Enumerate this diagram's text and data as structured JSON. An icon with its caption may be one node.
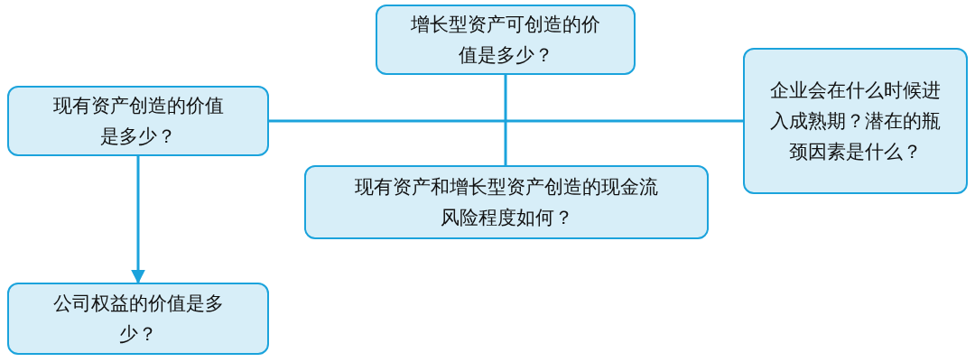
{
  "diagram": {
    "nodes": [
      {
        "text": [
          "增长型资产可创造的价值是多少？"
        ]
      },
      {
        "text": [
          "现有资产创造的价值是多少？"
        ]
      },
      {
        "text": [
          "企业会在什么时候进入成熟期？潜在的瓶颈因素是什么？"
        ]
      },
      {
        "text": [
          "现有资产和增长型资产创造的现金流风险程度如何？"
        ]
      },
      {
        "text": [
          "公司权益的价值是多少？"
        ]
      }
    ],
    "edges": [
      {
        "from": 1,
        "to": 2,
        "arrow": "none"
      },
      {
        "from": 0,
        "to": 3,
        "arrow": "none"
      },
      {
        "from": 1,
        "to": 4,
        "arrow": "to"
      }
    ]
  }
}
